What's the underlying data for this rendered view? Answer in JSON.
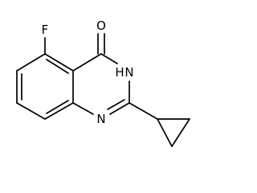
{
  "molecule": {
    "atoms": {
      "fluorine": "F",
      "oxygen": "O",
      "nh": "H",
      "nh_n": "N",
      "ring_n": "N"
    },
    "colors": {
      "bond": "#000000",
      "label": "#000000",
      "background": "#ffffff"
    }
  }
}
